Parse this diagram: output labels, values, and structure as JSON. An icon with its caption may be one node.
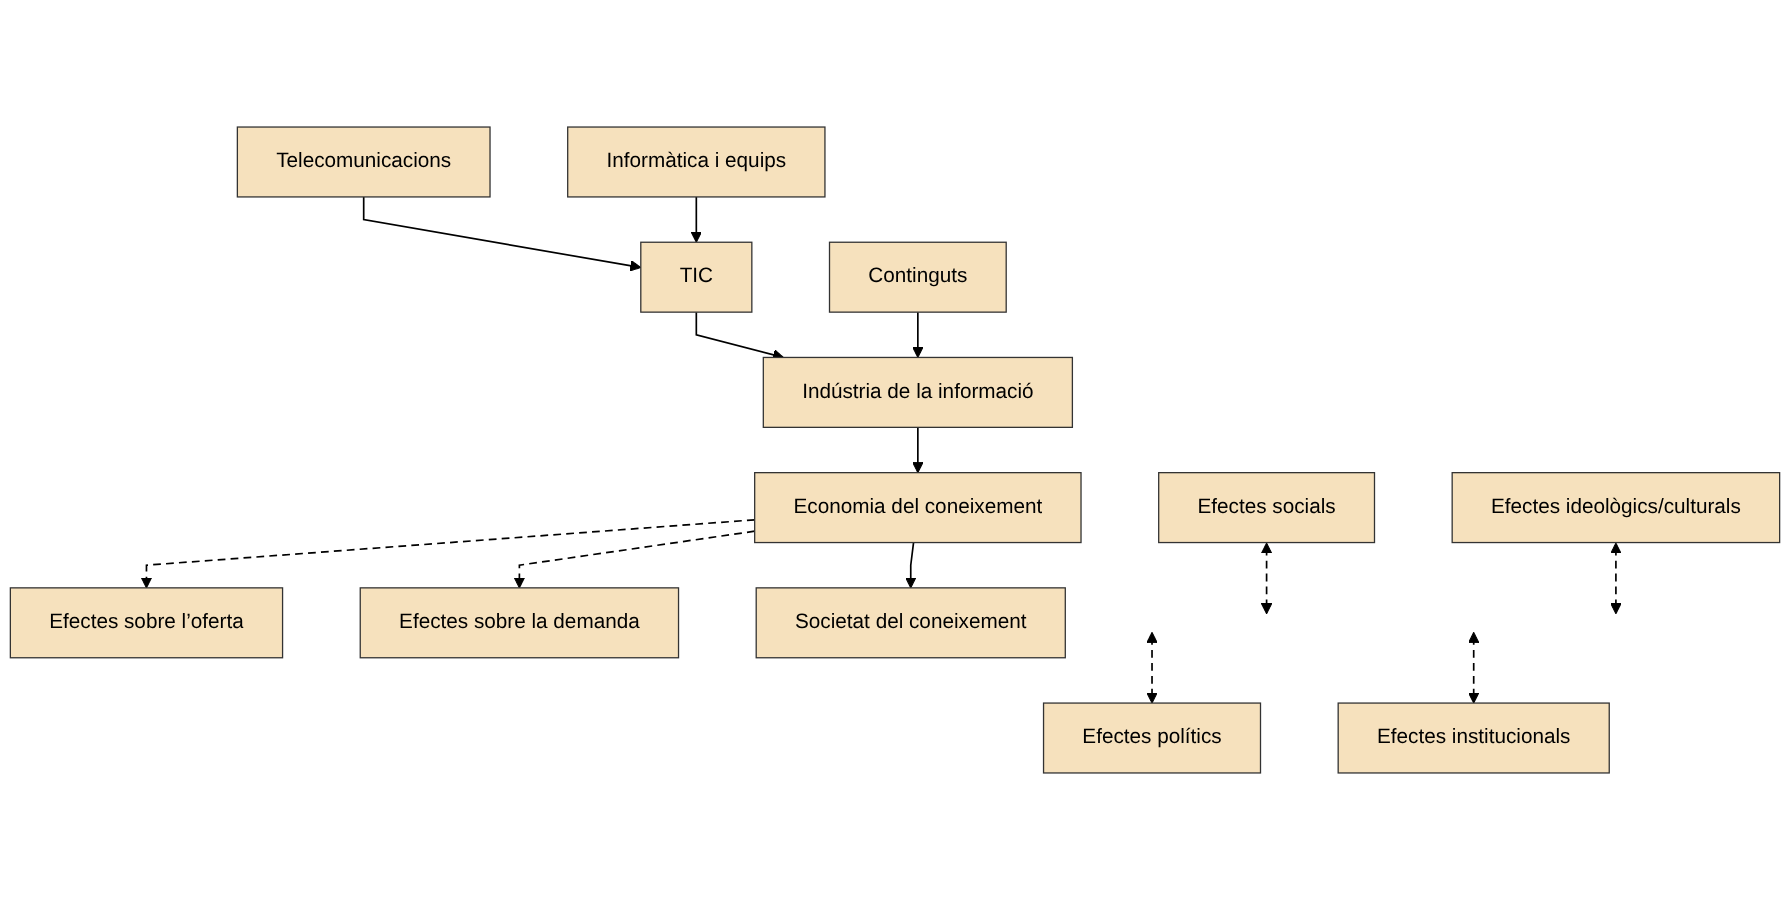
{
  "diagram": {
    "nodes": [
      {
        "text": [
          "Telecomunicacions"
        ]
      },
      {
        "text": [
          "Informàtica i equips"
        ]
      },
      {
        "text": [
          "TIC"
        ]
      },
      {
        "text": [
          "Continguts"
        ]
      },
      {
        "text": [
          "Indústria de la informació"
        ]
      },
      {
        "text": [
          "Efectes sobre l’oferta"
        ]
      },
      {
        "text": [
          "Efectes sobre la demanda"
        ]
      },
      {
        "text": [
          "Economia del coneixement"
        ]
      },
      {
        "text": [
          "Efectes socials"
        ]
      },
      {
        "text": [
          "Efectes polítics"
        ]
      },
      {
        "text": [
          "Efectes ideològics/culturals"
        ]
      },
      {
        "text": [
          "Efectes institucionals"
        ]
      },
      {
        "text": [
          "Societat del coneixement"
        ]
      }
    ],
    "edges": [
      {
        "from": 0,
        "to": 2,
        "arrow": "to"
      },
      {
        "from": 1,
        "to": 2,
        "arrow": "to"
      },
      {
        "from": 2,
        "to": 4,
        "arrow": "to"
      },
      {
        "from": 3,
        "to": 4,
        "arrow": "to"
      },
      {
        "from": 4,
        "to": 7,
        "arrow": "to"
      },
      {
        "from": 7,
        "to": 5,
        "arrow": "to",
        "style": "dashed"
      },
      {
        "from": 7,
        "to": 6,
        "arrow": "to",
        "style": "dashed"
      },
      {
        "from": 7,
        "to": 12,
        "arrow": "to"
      },
      {
        "from": 8,
        "to": null,
        "arrow": "both",
        "style": "dashed"
      },
      {
        "from": null,
        "to": 9,
        "arrow": "both",
        "style": "dashed"
      },
      {
        "from": 10,
        "to": null,
        "arrow": "both",
        "style": "dashed"
      },
      {
        "from": null,
        "to": 11,
        "arrow": "both",
        "style": "dashed"
      }
    ]
  }
}
